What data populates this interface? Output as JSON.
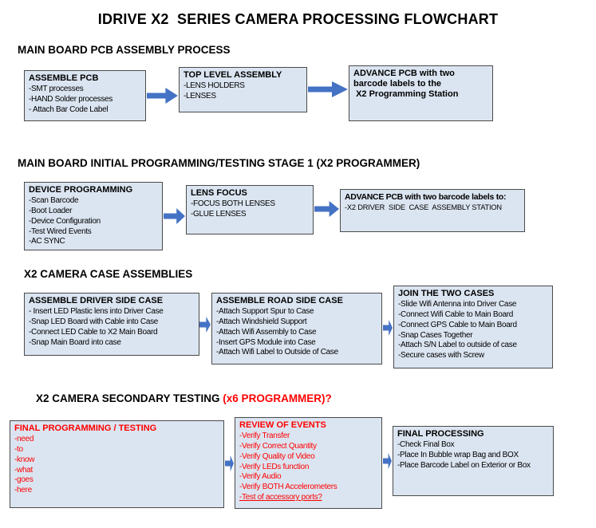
{
  "title": "IDRIVE X2  SERIES CAMERA PROCESSING FLOWCHART",
  "colors": {
    "box_fill": "#dbe5f1",
    "box_border": "#4a4a4a",
    "arrow_blue": "#4472c4",
    "alert_red": "#ff0000"
  },
  "icons": {
    "flow_arrow": "right-block-arrow"
  },
  "sections": [
    {
      "header": "MAIN BOARD PCB ASSEMBLY PROCESS",
      "boxes": [
        {
          "title": "ASSEMBLE PCB",
          "items": [
            "-SMT processes",
            "-HAND Solder processes",
            "- Attach Bar Code Label"
          ]
        },
        {
          "title": "TOP LEVEL ASSEMBLY",
          "items": [
            "-LENS HOLDERS",
            "-LENSES"
          ]
        },
        {
          "title": "ADVANCE PCB with two barcode labels to the\n X2 Programming Station",
          "items": []
        }
      ]
    },
    {
      "header": "MAIN BOARD INITIAL PROGRAMMING/TESTING STAGE 1 (X2 PROGRAMMER)",
      "boxes": [
        {
          "title": "DEVICE PROGRAMMING",
          "items": [
            "-Scan Barcode",
            "-Boot Loader",
            "-Device Configuration",
            "-Test Wired Events",
            "-AC SYNC"
          ]
        },
        {
          "title": "LENS FOCUS",
          "items": [
            "-FOCUS BOTH LENSES",
            "-GLUE LENSES"
          ]
        },
        {
          "title": "ADVANCE PCB with two barcode labels to:",
          "items": [
            "-X2 DRIVER  SIDE  CASE  ASSEMBLY STATION"
          ]
        }
      ]
    },
    {
      "header": "X2 CAMERA CASE ASSEMBLIES",
      "boxes": [
        {
          "title": "ASSEMBLE DRIVER SIDE CASE",
          "items": [
            "- Insert LED Plastic lens into Driver Case",
            "-Snap LED Board with Cable into Case",
            "-Connect LED Cable to X2 Main Board",
            "-Snap Main Board into case"
          ]
        },
        {
          "title": "ASSEMBLE ROAD SIDE CASE",
          "items": [
            "-Attach Support Spur to Case",
            "-Attach Windshield Support",
            "-Attach Wifi Assembly to Case",
            "-Insert GPS Module into Case",
            "-Attach Wifi Label to Outside of Case"
          ]
        },
        {
          "title": "JOIN THE TWO CASES",
          "items": [
            "-Slide Wifi Antenna into Driver Case",
            "-Connect Wifi Cable to Main Board",
            "-Connect GPS Cable to Main Board",
            "-Snap Cases Together",
            "-Attach S/N Label to outside of case",
            "-Secure cases with Screw"
          ]
        }
      ]
    },
    {
      "header": "X2 CAMERA SECONDARY TESTING",
      "header_red": " (x6 PROGRAMMER)?",
      "boxes": [
        {
          "title": "FINAL PROGRAMMING / TESTING",
          "items": [
            "-need",
            "-to",
            "-know",
            "-what",
            "-goes",
            "-here"
          ]
        },
        {
          "title": "REVIEW OF EVENTS",
          "items": [
            "-Verify Transfer",
            "-Verify Correct Quantity",
            "-Verify Quality of Video",
            "-Verify LEDs function",
            "-Verify Audio",
            "-Verify BOTH Accelerometers",
            "-Test of accessory ports?"
          ]
        },
        {
          "title": "FINAL PROCESSING",
          "items": [
            "-Check Final Box",
            "-Place In Bubble wrap Bag and BOX",
            "-Place Barcode Label on Exterior or Box"
          ]
        }
      ]
    }
  ]
}
